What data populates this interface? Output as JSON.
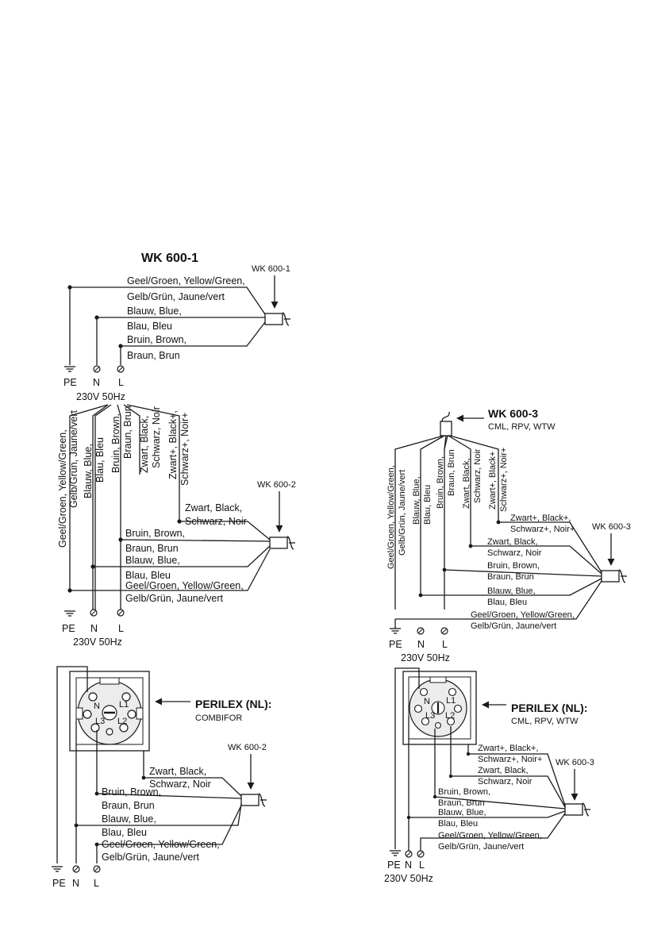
{
  "d1": {
    "title": "WK 600-1",
    "cable": "WK 600-1",
    "w1a": "Geel/Groen, Yellow/Green,",
    "w1b": "Gelb/Grün, Jaune/vert",
    "w2a": "Blauw, Blue,",
    "w2b": "Blau, Bleu",
    "w3a": "Bruin, Brown,",
    "w3b": "Braun, Brun",
    "pe": "PE",
    "n": "N",
    "l": "L",
    "supply": "230V 50Hz"
  },
  "d2": {
    "cable": "WK 600-2",
    "v1": "Geel/Groen, Yellow/Green,",
    "v2": "Gelb/Grün, Jaune/vert",
    "v3": "Blauw, Blue,",
    "v4": "Blau, Bleu",
    "v5": "Bruin, Brown,",
    "v6": "Braun, Brun",
    "v7": "Zwart, Black,",
    "v8": "Schwarz, Noir",
    "v9": "Zwart+, Black+,",
    "v10": "Schwarz+, Noir+",
    "h1": "Zwart, Black,",
    "h2": "Schwarz, Noir",
    "h3": "Bruin, Brown,",
    "h4": "Braun, Brun",
    "h5": "Blauw, Blue,",
    "h6": "Blau, Bleu",
    "h7": "Geel/Groen, Yellow/Green,",
    "h8": "Gelb/Grün, Jaune/vert",
    "pe": "PE",
    "n": "N",
    "l": "L",
    "supply": "230V 50Hz"
  },
  "d3": {
    "title": "WK 600-3",
    "subtitle": "CML, RPV, WTW",
    "cable": "WK 600-3",
    "v1": "Geel/Groen, Yellow/Green,",
    "v2": "Gelb/Grün, Jaune/vert",
    "v3": "Blauw, Blue,",
    "v4": "Blau, Bleu",
    "v5": "Bruin, Brown,",
    "v6": "Braun, Brun",
    "v7": "Zwart, Black,",
    "v8": "Schwarz, Noir",
    "v9": "Zwart+, Black+",
    "v10": "Schwarz+, Noir+",
    "h1": "Zwart+, Black+,",
    "h2": "Schwarz+, Noir+",
    "h3": "Zwart, Black,",
    "h4": "Schwarz, Noir",
    "h5": "Bruin, Brown,",
    "h6": "Braun, Brun",
    "h7": "Blauw, Blue,",
    "h8": "Blau, Bleu",
    "h9": "Geel/Groen, Yellow/Green,",
    "h10": "Gelb/Grün, Jaune/vert",
    "pe": "PE",
    "n": "N",
    "l": "L",
    "supply": "230V 50Hz"
  },
  "d4": {
    "title": "PERILEX (NL):",
    "subtitle": "COMBIFOR",
    "cable": "WK 600-2",
    "t1": "N",
    "t2": "L1",
    "t3": "L3",
    "t4": "L2",
    "h1": "Zwart, Black,",
    "h2": "Schwarz, Noir",
    "h3": "Bruin, Brown,",
    "h4": "Braun, Brun",
    "h5": "Blauw, Blue,",
    "h6": "Blau, Bleu",
    "h7": "Geel/Groen, Yellow/Green,",
    "h8": "Gelb/Grün, Jaune/vert",
    "pe": "PE",
    "n": "N",
    "l": "L"
  },
  "d5": {
    "title": "PERILEX (NL):",
    "subtitle": "CML, RPV, WTW",
    "cable": "WK 600-3",
    "t1": "N",
    "t2": "L1",
    "t3": "L3",
    "t4": "L2",
    "h1": "Zwart+, Black+,",
    "h2": "Schwarz+, Noir+",
    "h3": "Zwart, Black,",
    "h4": "Schwarz, Noir",
    "h5": "Bruin, Brown,",
    "h6": "Braun, Brun",
    "h7": "Blauw, Blue,",
    "h8": "Blau, Bleu",
    "h9": "Geel/Groen, Yellow/Green,",
    "h10": "Gelb/Grün, Jaune/vert",
    "pe": "PE",
    "n": "N",
    "l": "L",
    "supply": "230V 50Hz"
  }
}
